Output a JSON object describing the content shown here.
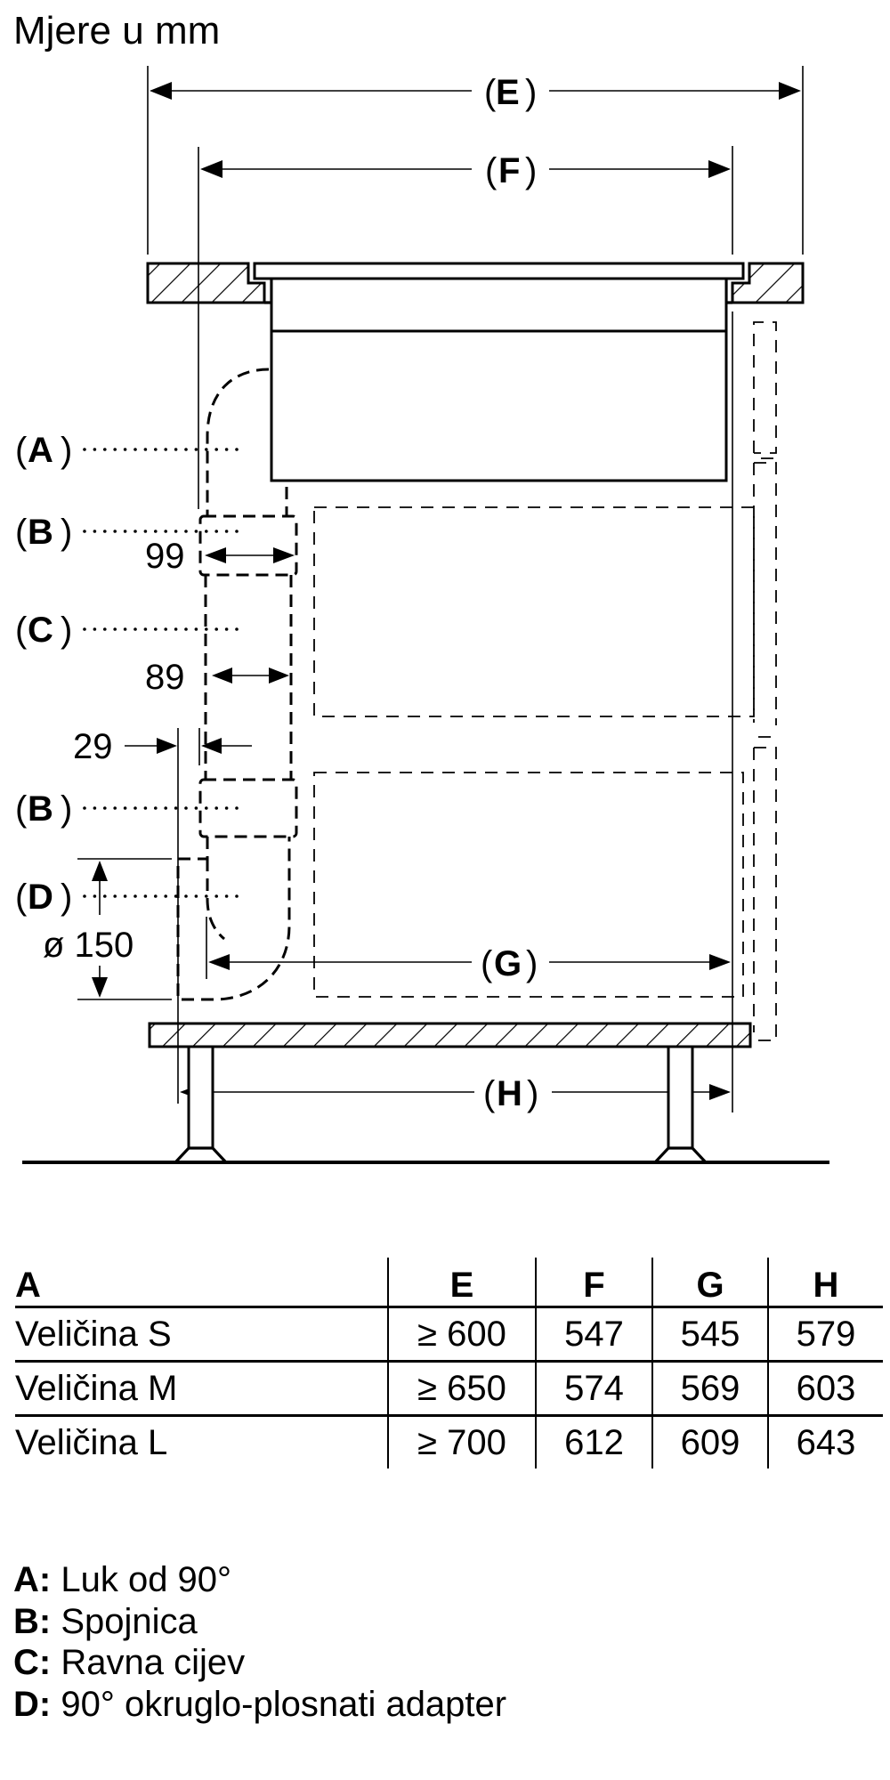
{
  "title": "Mjere u mm",
  "diagram": {
    "dimension_labels": {
      "E": "E",
      "F": "F",
      "G": "G",
      "H": "H"
    },
    "part_labels": {
      "A": "A",
      "B": "B",
      "C": "C",
      "D": "D"
    },
    "open_paren": "(",
    "close_paren": ")",
    "measurements": {
      "width_connector": "99",
      "width_pipe": "89",
      "wall_gap": "29",
      "diameter_adapter": "ø 150"
    }
  },
  "table": {
    "headers": [
      "A",
      "E",
      "F",
      "G",
      "H"
    ],
    "rows": [
      [
        "Veličina S",
        "≥ 600",
        "547",
        "545",
        "579"
      ],
      [
        "Veličina M",
        "≥ 650",
        "574",
        "569",
        "603"
      ],
      [
        "Veličina L",
        "≥ 700",
        "612",
        "609",
        "643"
      ]
    ]
  },
  "legend": [
    {
      "key": "A:",
      "text": "Luk od 90°"
    },
    {
      "key": "B:",
      "text": "Spojnica"
    },
    {
      "key": "C:",
      "text": "Ravna cijev"
    },
    {
      "key": "D:",
      "text": "90° okruglo-plosnati adapter"
    }
  ]
}
